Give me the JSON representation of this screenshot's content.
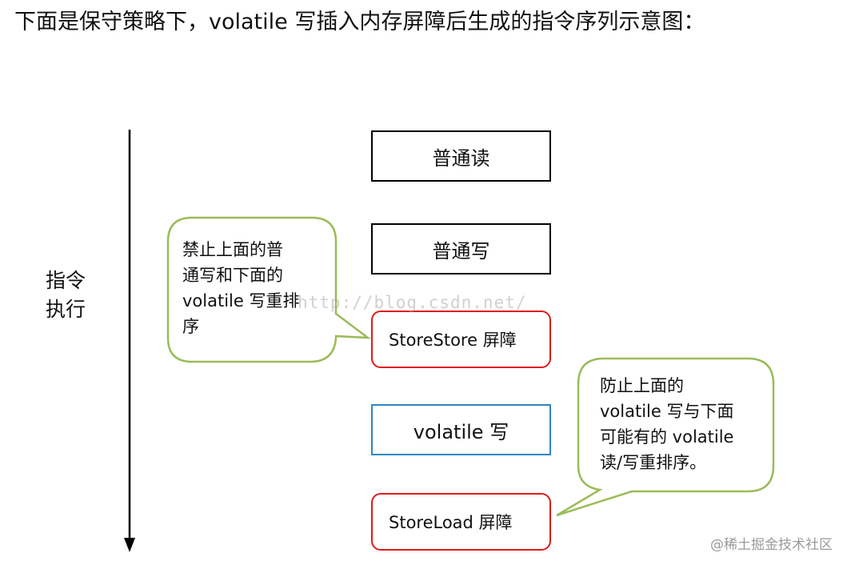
{
  "heading": "下面是保守策略下，volatile 写插入内存屏障后生成的指令序列示意图：",
  "axis_label_line1": "指令",
  "axis_label_line2": "执行",
  "instructions": [
    {
      "label": "普通读"
    },
    {
      "label": "普通写"
    },
    {
      "label": "StoreStore 屏障"
    },
    {
      "label": "volatile 写"
    },
    {
      "label": "StoreLoad 屏障"
    }
  ],
  "callouts": {
    "left_lines": [
      "禁止上面的普",
      "通写和下面的",
      "volatile 写重排",
      "序"
    ],
    "right_lines": [
      "防止上面的",
      "volatile 写与下面",
      "可能有的 volatile",
      "读/写重排序。"
    ]
  },
  "watermarks": {
    "url": "http://blog.csdn.net/",
    "site": "@稀土掘金技术社区"
  },
  "colors": {
    "plain_border": "#000000",
    "barrier_border": "#e01a1a",
    "volatile_border": "#2e86c1",
    "callout_border": "#9bbb59"
  }
}
